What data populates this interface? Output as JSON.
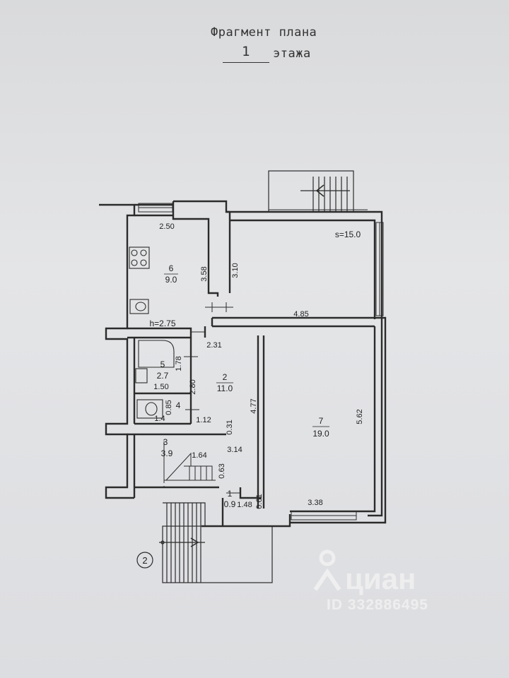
{
  "header": {
    "title_line1": "Фрагмент плана",
    "floor_number": "1",
    "title_suffix": "этажа"
  },
  "rooms": [
    {
      "number": "6",
      "area": "9.0"
    },
    {
      "number": "5",
      "area": "2.7"
    },
    {
      "number": "4",
      "area": "1.4"
    },
    {
      "number": "2",
      "area": "11.0"
    },
    {
      "number": "3",
      "area": "3.9"
    },
    {
      "number": "1",
      "area": "0.9"
    },
    {
      "number": "7",
      "area": "19.0"
    }
  ],
  "labels": {
    "terrace_area": "s=15.0",
    "ceiling_height": "h=2.75",
    "entrance_marker": "2"
  },
  "dimensions": [
    "2.50",
    "3.58",
    "3.10",
    "4.85",
    "2.31",
    "1.78",
    "2.80",
    "1.50",
    "0.85",
    "1.12",
    "4.77",
    "0.31",
    "1.64",
    "3.14",
    "0.63",
    "1.48",
    "0.61",
    "3.38",
    "5.62"
  ],
  "watermark": {
    "brand": "циан",
    "id_text": "ID 332886495"
  },
  "colors": {
    "ink": "#2b2b2b",
    "paper": "#dedfe1",
    "watermark": "#f5f5f5"
  }
}
